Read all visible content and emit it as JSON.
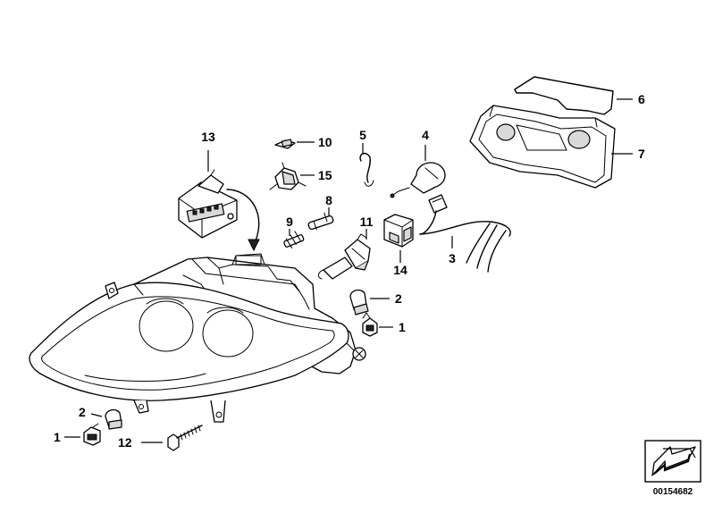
{
  "callouts": {
    "c13": "13",
    "c10": "10",
    "c5": "5",
    "c4": "4",
    "c6": "6",
    "c7": "7",
    "c15": "15",
    "c8": "8",
    "c9": "9",
    "c11": "11",
    "c3": "3",
    "c14": "14",
    "c2_upper": "2",
    "c1_upper": "1",
    "c2_lower": "2",
    "c1_lower": "1",
    "c12": "12"
  },
  "reference_number": "00154682"
}
